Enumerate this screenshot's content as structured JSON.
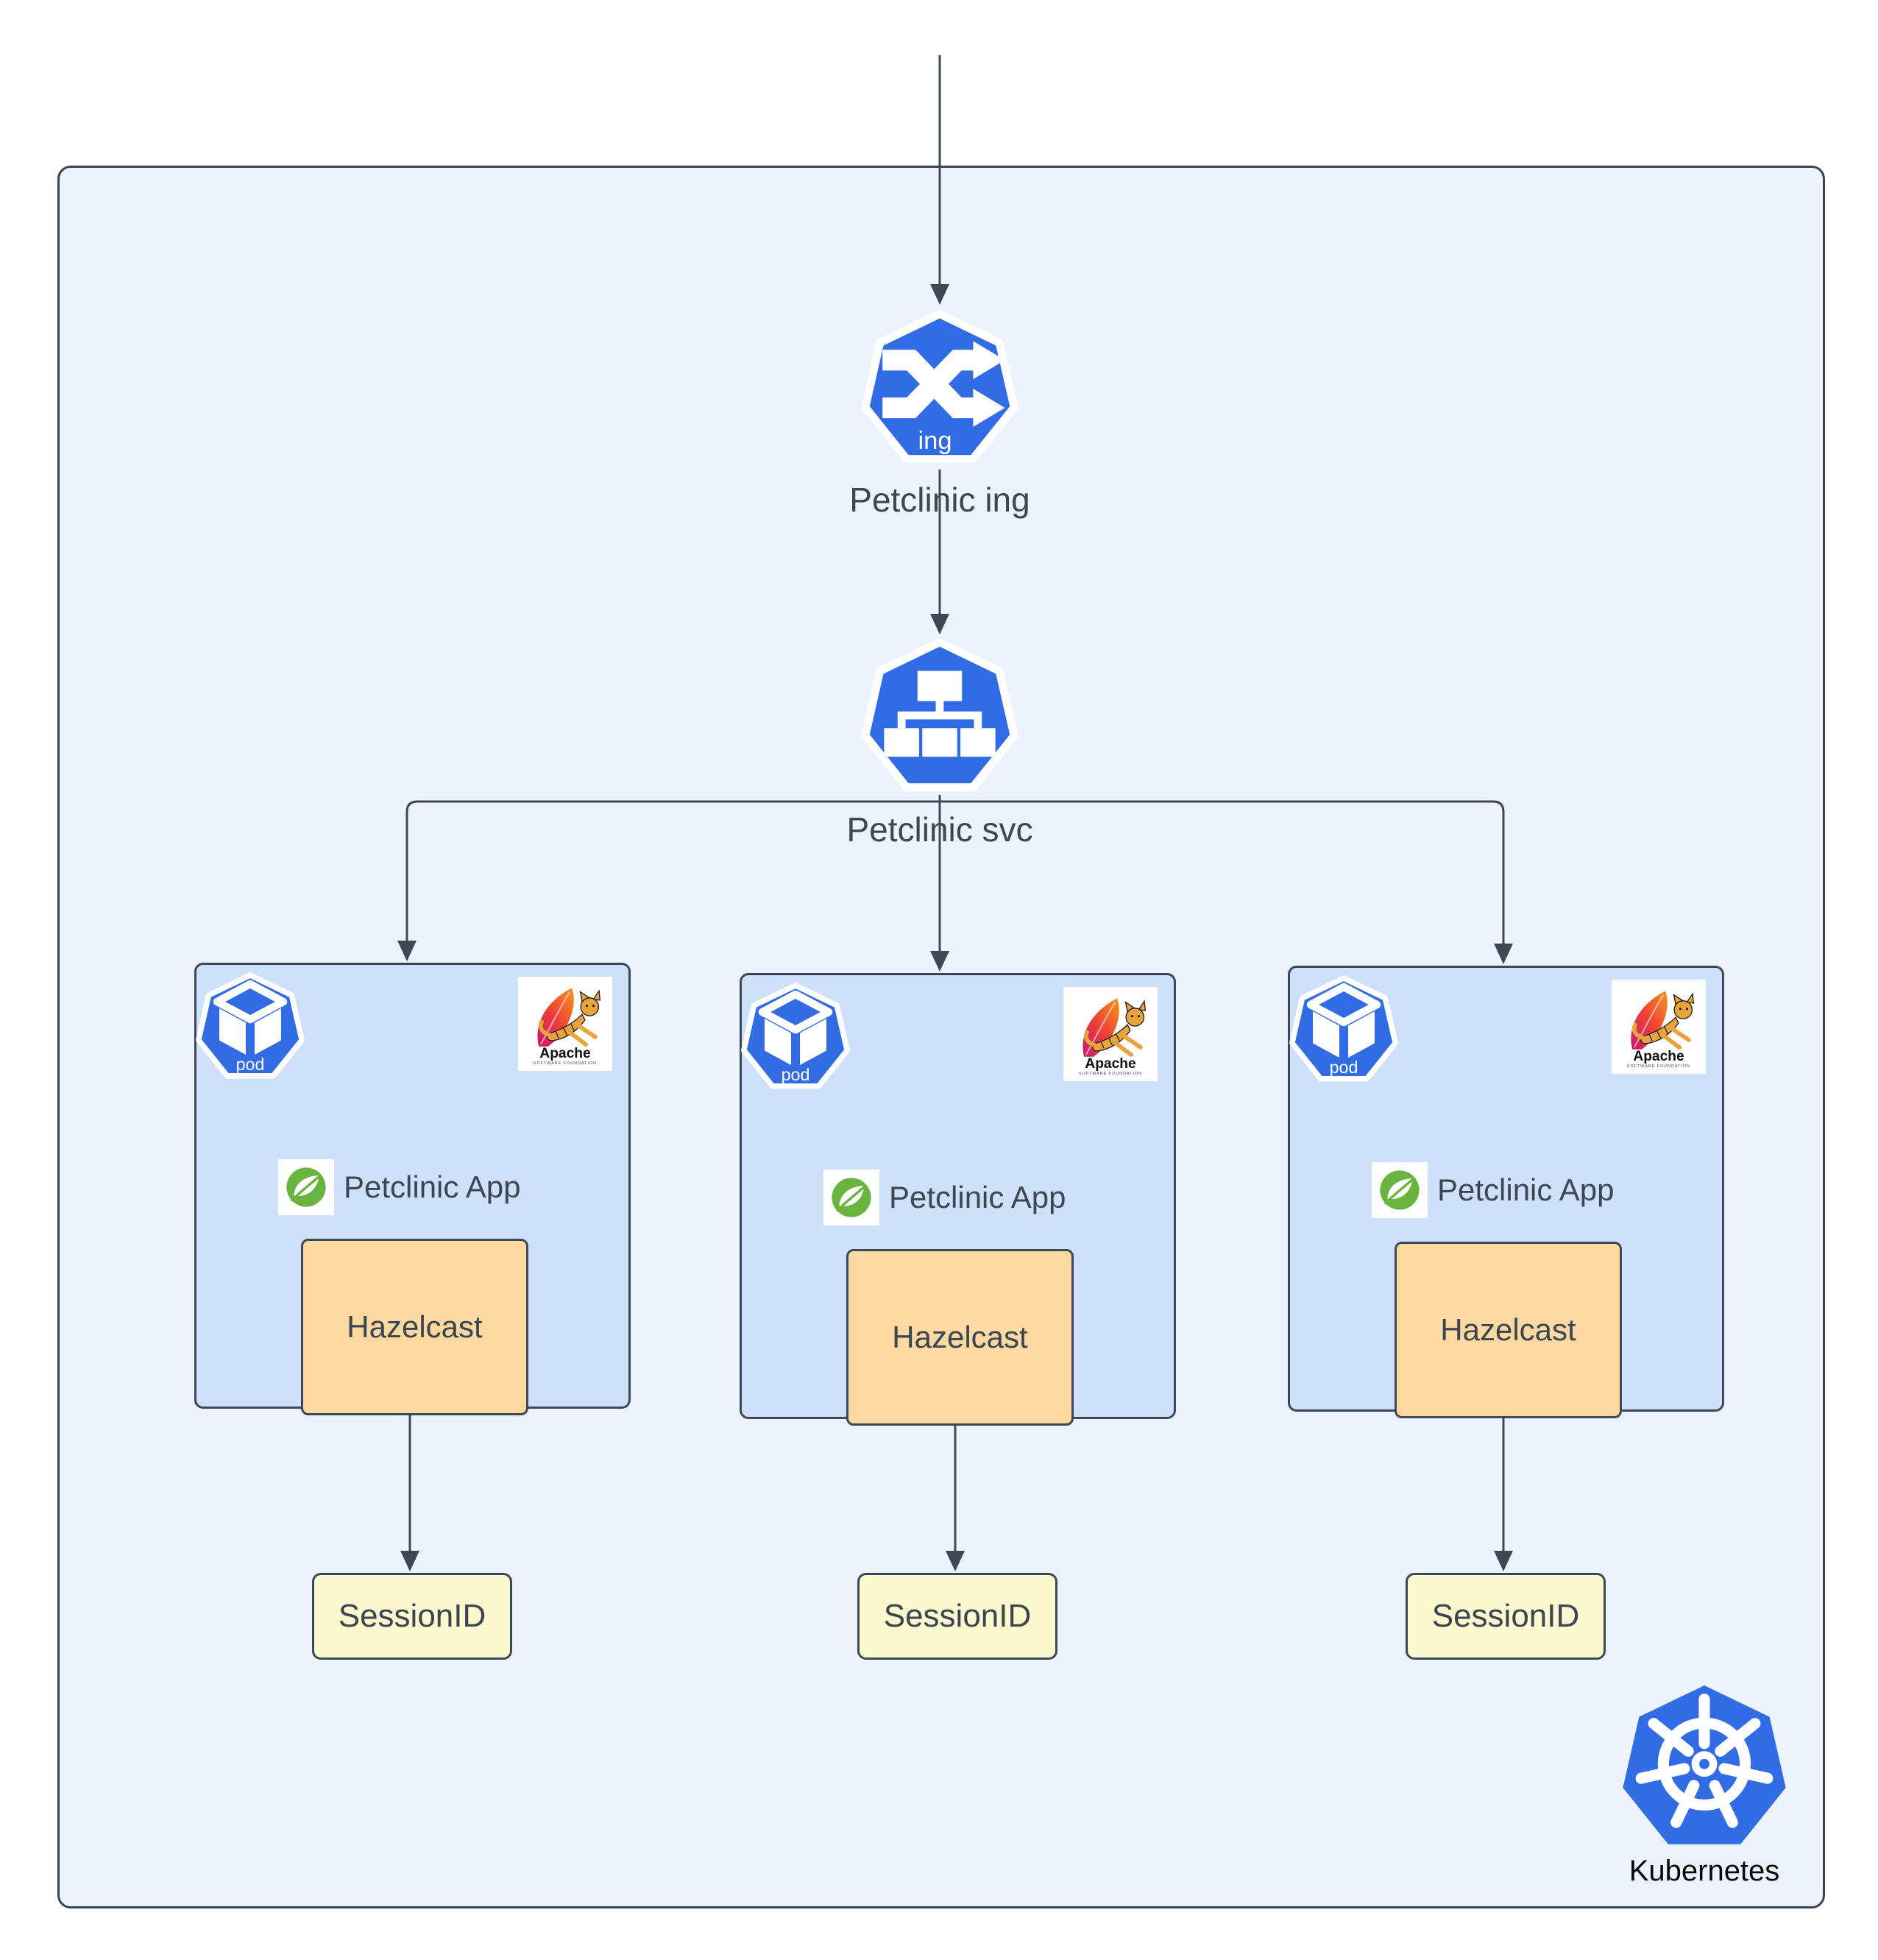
{
  "ingress": {
    "label": "Petclinic ing",
    "badge": "ing"
  },
  "service": {
    "label": "Petclinic svc"
  },
  "pods": [
    {
      "badge": "pod",
      "app_label": "Petclinic App",
      "cache_label": "Hazelcast",
      "session_label": "SessionID",
      "runtime_name": "Apache",
      "runtime_subtitle": "SOFTWARE FOUNDATION"
    },
    {
      "badge": "pod",
      "app_label": "Petclinic App",
      "cache_label": "Hazelcast",
      "session_label": "SessionID",
      "runtime_name": "Apache",
      "runtime_subtitle": "SOFTWARE FOUNDATION"
    },
    {
      "badge": "pod",
      "app_label": "Petclinic App",
      "cache_label": "Hazelcast",
      "session_label": "SessionID",
      "runtime_name": "Apache",
      "runtime_subtitle": "SOFTWARE FOUNDATION"
    }
  ],
  "cluster": {
    "label": "Kubernetes"
  },
  "colors": {
    "k8s_blue": "#326ce5",
    "cluster_fill": "#edf3fd",
    "pod_fill": "#cfe1fa",
    "hazelcast_fill": "#fbd9a1",
    "session_fill": "#fbf9ce",
    "border": "#3a4553",
    "line": "#3d4856",
    "text": "#3d4754",
    "spring_green": "#68b43f",
    "tomcat_tan": "#e8a33d"
  }
}
